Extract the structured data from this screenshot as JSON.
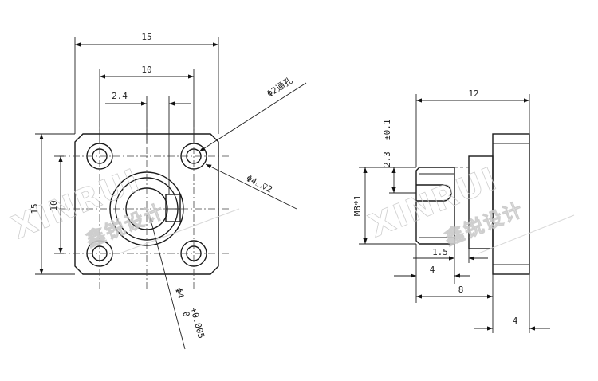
{
  "front_view": {
    "dim_overall_width": "15",
    "dim_hole_spacing": "10",
    "dim_keyway": "2.4",
    "dim_overall_height": "15",
    "dim_height_spacing": "10",
    "note_through_hole": "Φ2通孔",
    "note_counterbore": "Φ4⌴⊽2",
    "note_bore": "Φ4",
    "note_bore_tol_upper": "+0.005",
    "note_bore_tol_lower": "0"
  },
  "side_view": {
    "dim_length": "12",
    "dim_pin_height": "2.3",
    "dim_pin_tol": "±0.1",
    "dim_thread": "M8*1",
    "dim_step": "1.5",
    "dim_boss": "4",
    "dim_body": "8",
    "dim_flange": "4"
  },
  "watermark": {
    "brand": "XINRUI",
    "cn_text": "鑫锐设计"
  }
}
